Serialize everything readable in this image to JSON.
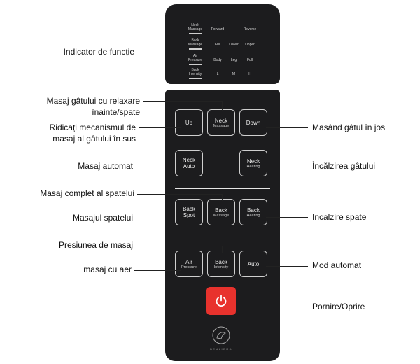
{
  "display": {
    "rows": [
      [
        {
          "label": "Neck Massage",
          "bar": true
        },
        {
          "label": "Forward",
          "bar": false
        },
        {
          "label": "",
          "bar": false
        },
        {
          "label": "Reverse",
          "bar": false
        }
      ],
      [
        {
          "label": "Back Massage",
          "bar": true
        },
        {
          "label": "Full",
          "bar": false
        },
        {
          "label": "Lower",
          "bar": false
        },
        {
          "label": "Upper",
          "bar": false
        }
      ],
      [
        {
          "label": "Air Pressure",
          "bar": true
        },
        {
          "label": "Body",
          "bar": false
        },
        {
          "label": "Leg",
          "bar": false
        },
        {
          "label": "Full",
          "bar": false
        }
      ],
      [
        {
          "label": "Back Intensity",
          "bar": true
        },
        {
          "label": "L",
          "bar": false
        },
        {
          "label": "M",
          "bar": false
        },
        {
          "label": "H",
          "bar": false
        }
      ]
    ]
  },
  "buttons": {
    "up": {
      "main": "Up",
      "sub": ""
    },
    "neck_massage": {
      "main": "Neck",
      "sub": "Massage"
    },
    "down": {
      "main": "Down",
      "sub": ""
    },
    "neck_auto": {
      "main": "Neck",
      "sub": "Auto"
    },
    "neck_heating": {
      "main": "Neck",
      "sub": "Heating"
    },
    "back_spot": {
      "main": "Back",
      "sub": "Spot"
    },
    "back_massage": {
      "main": "Back",
      "sub": "Massage"
    },
    "back_heating": {
      "main": "Back",
      "sub": "Heating"
    },
    "air_pressure": {
      "main": "Air",
      "sub": "Pressure"
    },
    "back_intensity": {
      "main": "Back",
      "sub": "Intensity"
    },
    "auto": {
      "main": "Auto",
      "sub": ""
    }
  },
  "brand": "BEULIERA",
  "labels": {
    "indicator": "Indicator de funcție",
    "neck_relax_1": "Masaj gâtului cu relaxare",
    "neck_relax_2": "înainte/spate",
    "raise_1": "Ridicați mecanismul de",
    "raise_2": "masaj al gâtului în sus",
    "auto_massage": "Masaj automat",
    "full_back": "Masaj complet al spatelui",
    "back_massage": "Masajul spatelui",
    "pressure": "Presiunea de masaj",
    "air_massage": "masaj cu aer",
    "neck_down": "Masând gâtul în jos",
    "neck_heat": "Încălzirea gâtului",
    "back_heat": "Incalzire spate",
    "auto_mode": "Mod automat",
    "power": "Pornire/Oprire"
  },
  "colors": {
    "panel": "#1c1c1e",
    "power": "#e8322d",
    "text": "#111111"
  }
}
